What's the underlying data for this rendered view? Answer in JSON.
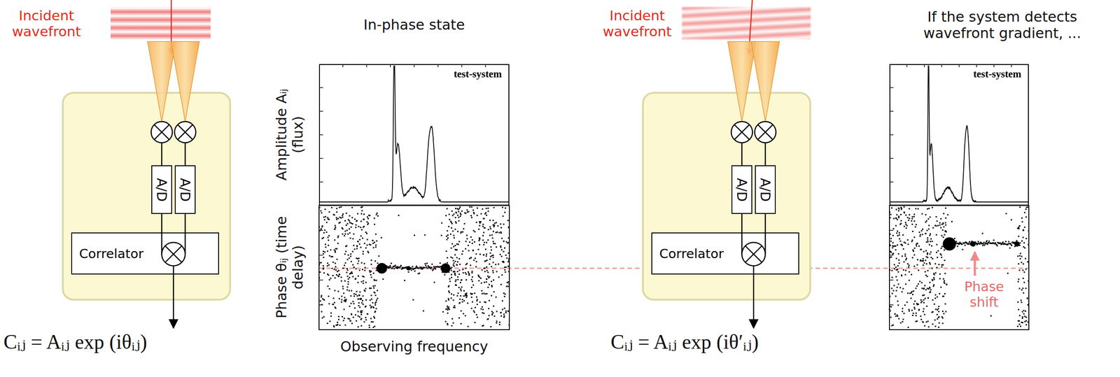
{
  "diagram": {
    "nodes": [
      {
        "text": [
          "A/D"
        ]
      },
      {
        "text": [
          "A/D"
        ]
      },
      {
        "text": [
          "Correlator"
        ]
      },
      {
        "text": [
          "test-system"
        ]
      },
      {
        "text": [
          "A/D"
        ]
      },
      {
        "text": [
          "A/D"
        ]
      },
      {
        "text": [
          "Correlator"
        ]
      },
      {
        "text": [
          "test-system"
        ]
      }
    ],
    "edges": [
      {
        "from": 0,
        "to": 2,
        "arrow": "none"
      },
      {
        "from": 1,
        "to": 2,
        "arrow": "none"
      },
      {
        "from": 4,
        "to": 6,
        "arrow": "none"
      },
      {
        "from": 5,
        "to": 6,
        "arrow": "none"
      }
    ],
    "labels": [
      "Incident wavefront",
      "Cᵢⱼ = Aᵢⱼ exp (iθᵢⱼ)",
      "In-phase state",
      "Amplitude Aᵢⱼ (flux)",
      "Phase θᵢⱼ (time delay)",
      "Observing frequency",
      "Incident wavefront",
      "Cᵢⱼ = Aᵢⱼ exp (iθ′ᵢⱼ)",
      "If the system detects wavefront gradient, ...",
      "Phase shift"
    ]
  }
}
